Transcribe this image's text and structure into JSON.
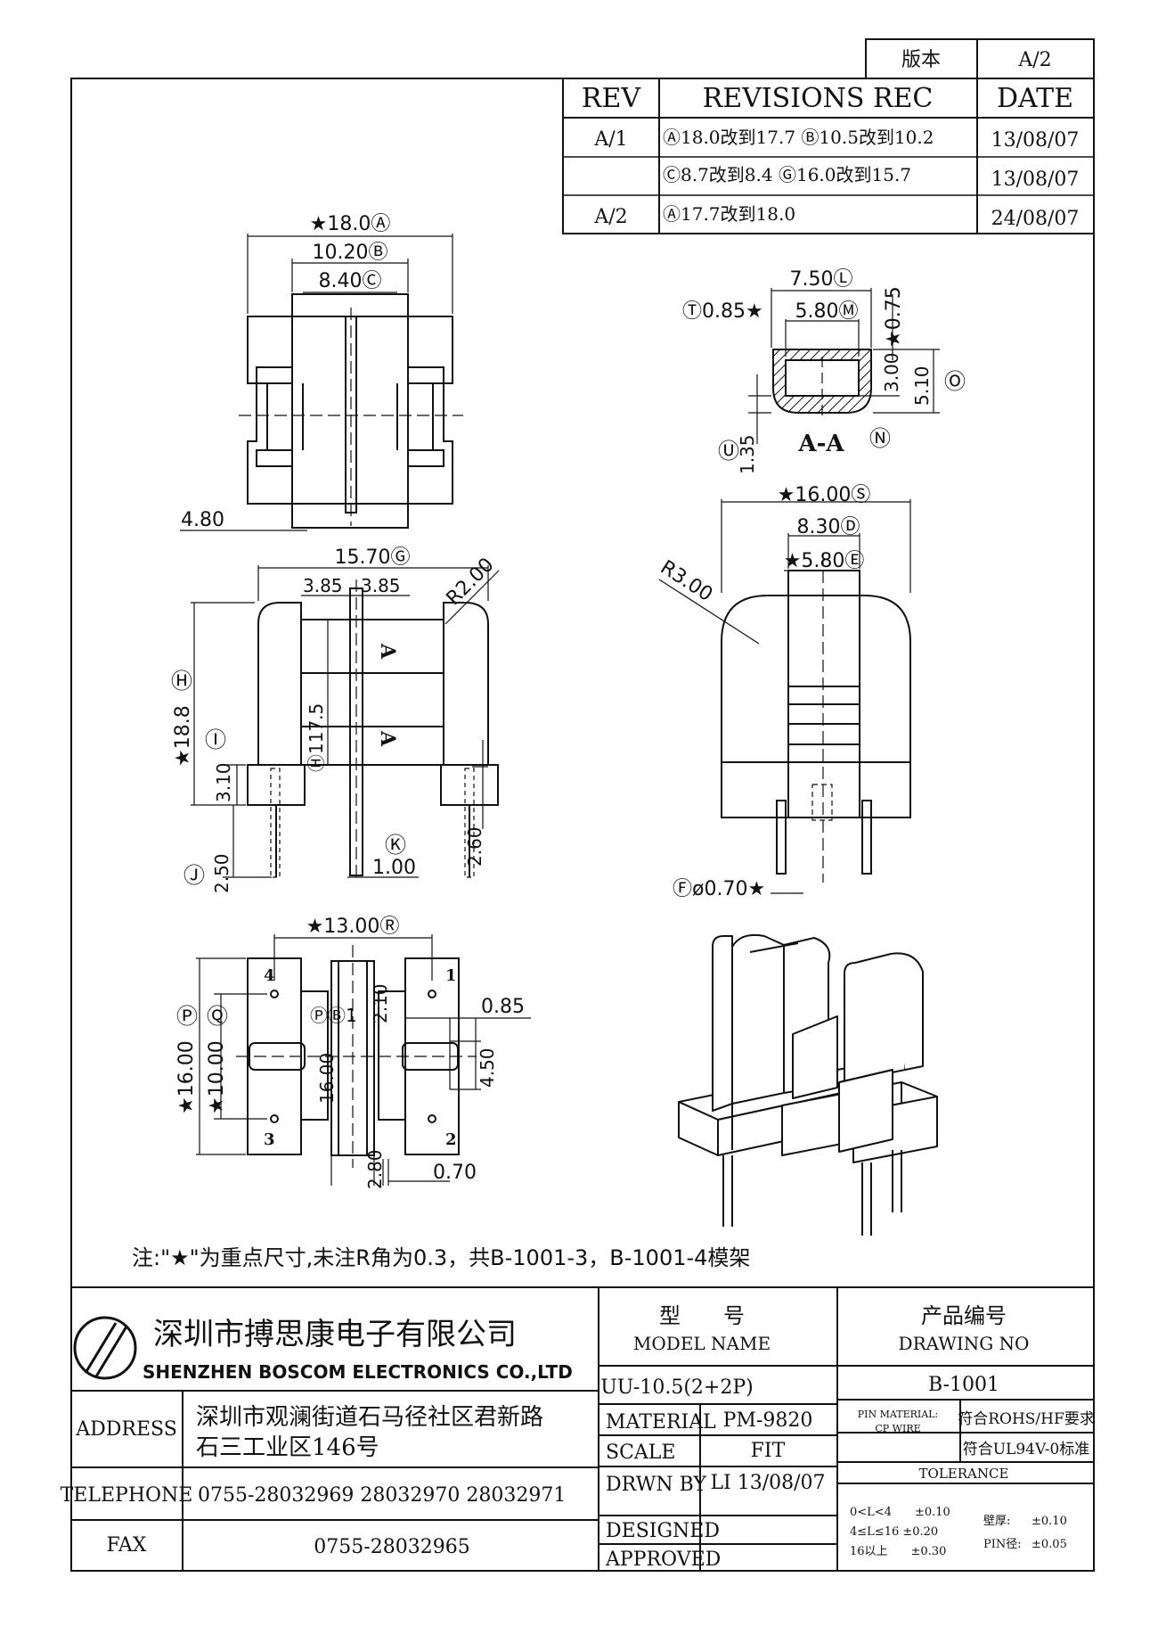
{
  "version_box": {
    "label": "版本",
    "value": "A/2"
  },
  "revisions": {
    "headers": {
      "rev": "REV",
      "rec": "REVISIONS REC",
      "date": "DATE"
    },
    "rows": [
      {
        "rev": "A/1",
        "rec": "Ⓐ18.0改到17.7 Ⓑ10.5改到10.2",
        "date": "13/08/07"
      },
      {
        "rev": "",
        "rec": "Ⓒ8.7改到8.4 Ⓖ16.0改到15.7",
        "date": "13/08/07"
      },
      {
        "rev": "A/2",
        "rec": "Ⓐ17.7改到18.0",
        "date": "24/08/07"
      }
    ]
  },
  "dims": {
    "top_a": "★18.0Ⓐ",
    "top_b": "10.20Ⓑ",
    "top_c": "8.40Ⓒ",
    "top_4_80": "4.80",
    "sec_l": "7.50Ⓛ",
    "sec_t": "Ⓣ0.85★",
    "sec_m": "5.80Ⓜ",
    "sec_075": "★0.75",
    "sec_300": "3.00",
    "sec_510": "5.10",
    "sec_o": "Ⓞ",
    "sec_u": "Ⓤ",
    "sec_135": "1.35",
    "sec_title": "A-A",
    "sec_n": "Ⓝ",
    "side_s": "★16.00Ⓢ",
    "side_d": "8.30Ⓓ",
    "side_e": "★5.80Ⓔ",
    "side_r3": "R3.00",
    "side_f": "Ⓕø0.70★",
    "front_g": "15.70Ⓖ",
    "front_385a": "3.85",
    "front_385b": "3.85",
    "front_r2": "R2.00",
    "front_h": "Ⓗ",
    "front_188": "★18.8",
    "front_i": "Ⓘ",
    "front_310": "3.10",
    "front_h1": "Ⓗ117.5",
    "front_a1": "A",
    "front_a2": "A",
    "front_k": "Ⓚ",
    "front_100": "1.00",
    "front_260": "2.60",
    "front_j": "Ⓙ",
    "front_250": "2.50",
    "bot_r": "★13.00Ⓡ",
    "bot_p": "Ⓟ",
    "bot_q": "Ⓠ",
    "bot_16": "★16.00",
    "bot_10": "★10.00",
    "bot_p1": "ⓅⒷ1",
    "bot_210": "2.10",
    "bot_1600": "16.00",
    "bot_085": "0.85",
    "bot_450": "4.50",
    "bot_280": "2.80",
    "bot_070": "0.70",
    "pin1": "1",
    "pin2": "2",
    "pin3": "3",
    "pin4": "4"
  },
  "note": "注:\"★\"为重点尺寸,未注R角为0.3，共B-1001-3，B-1001-4模架",
  "company": {
    "name_cn": "深圳市搏思康电子有限公司",
    "name_en": "SHENZHEN BOSCOM ELECTRONICS CO.,LTD"
  },
  "title_block": {
    "model_cn": "型　　号",
    "model_en": "MODEL NAME",
    "model_value": "UU-10.5(2+2P)",
    "drawing_cn": "产品编号",
    "drawing_en": "DRAWING NO",
    "drawing_value": "B-1001",
    "address_label": "ADDRESS",
    "address_line1": "深圳市观澜街道石马径社区君新路",
    "address_line2": "石三工业区146号",
    "telephone_label": "TELEPHONE",
    "telephone_value": "0755-28032969 28032970 28032971",
    "fax_label": "FAX",
    "fax_value": "0755-28032965",
    "material_label": "MATERIAL",
    "material_value": "PM-9820",
    "scale_label": "SCALE",
    "scale_value": "FIT",
    "drawn_label": "DRWN BY",
    "drawn_value": "LI 13/08/07",
    "designed_label": "DESIGNED",
    "approved_label": "APPROVED",
    "pin_material_label": "PIN MATERIAL:",
    "cp_wire_label": "CP WIRE",
    "rohs": "符合ROHS/HF要求",
    "ul": "符合UL94V-0标准",
    "tolerance_label": "TOLERANCE",
    "tol_line1": "0<L<4　　±0.10",
    "tol_line2": "4≤L≤16 ±0.20",
    "tol_line3": "16以上　　±0.30",
    "wall_label": "壁厚:",
    "wall_value": "±0.10",
    "pin_dia_label": "PIN径:",
    "pin_dia_value": "±0.05"
  }
}
